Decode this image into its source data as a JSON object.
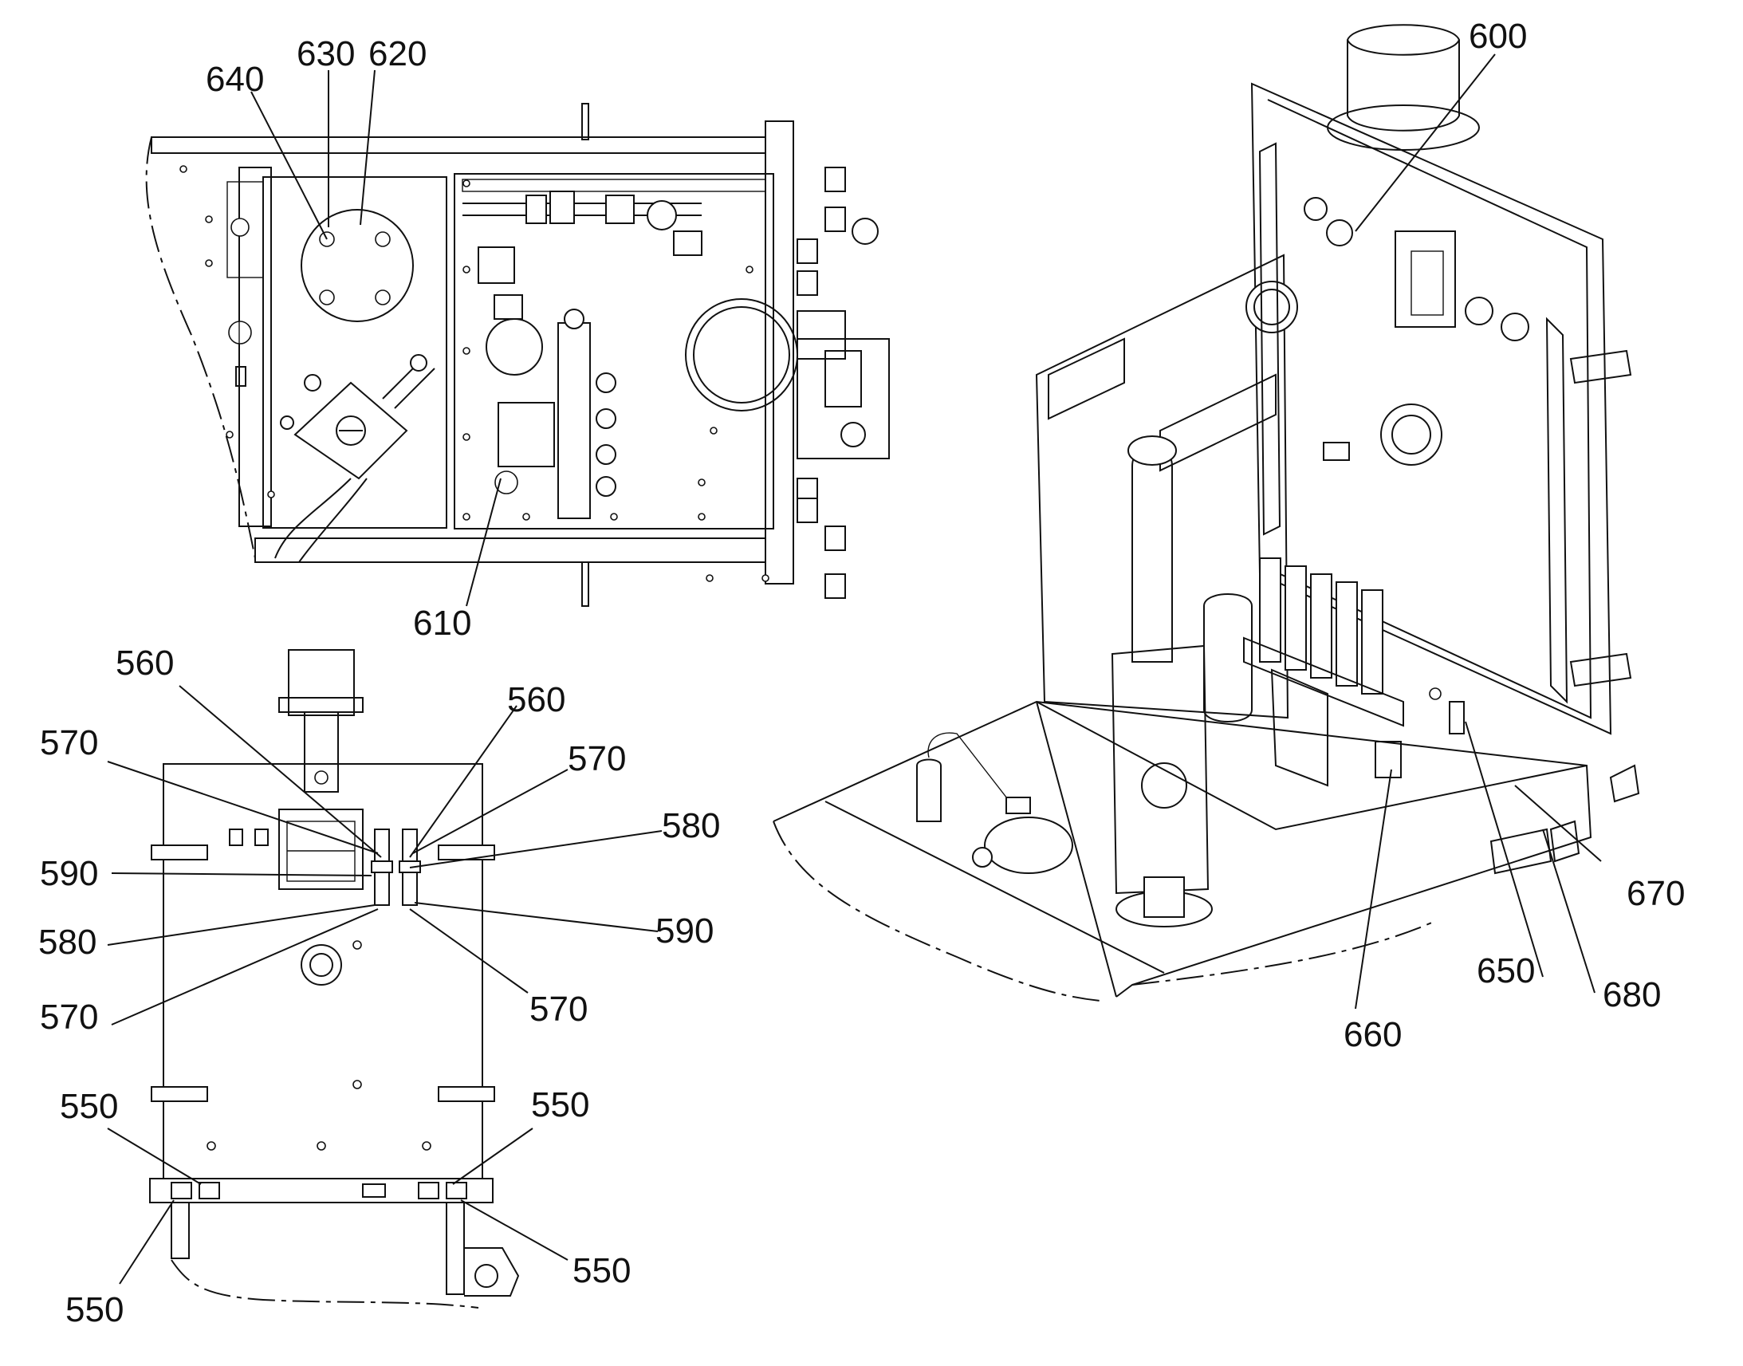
{
  "figure": {
    "views": {
      "top_view": {
        "labels": {
          "l640": "640",
          "l630": "630",
          "l620": "620",
          "l610": "610"
        }
      },
      "front_view": {
        "labels": {
          "l560a": "560",
          "l560b": "560",
          "l570a": "570",
          "l570b": "570",
          "l570c": "570",
          "l570d": "570",
          "l580a": "580",
          "l580b": "580",
          "l590a": "590",
          "l590b": "590",
          "l550a": "550",
          "l550b": "550",
          "l550c": "550",
          "l550d": "550"
        }
      },
      "isometric_view": {
        "labels": {
          "l600": "600",
          "l650": "650",
          "l660": "660",
          "l670": "670",
          "l680": "680"
        }
      }
    }
  }
}
